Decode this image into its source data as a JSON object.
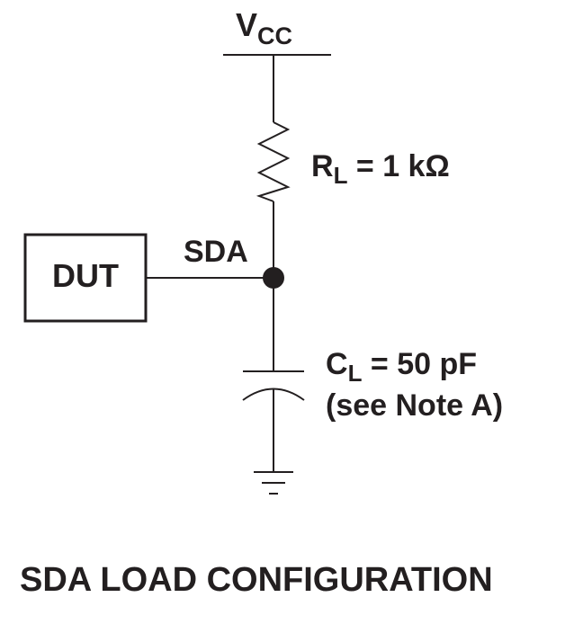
{
  "supply": {
    "label_main": "V",
    "label_sub": "CC"
  },
  "resistor": {
    "label_main": "R",
    "label_sub": "L",
    "label_value": " = 1 kΩ"
  },
  "device": {
    "label": "DUT"
  },
  "node": {
    "label": "SDA"
  },
  "capacitor": {
    "label_main": "C",
    "label_sub": "L",
    "label_value": " = 50 pF",
    "note": "(see Note A)"
  },
  "caption": "SDA LOAD CONFIGURATION"
}
